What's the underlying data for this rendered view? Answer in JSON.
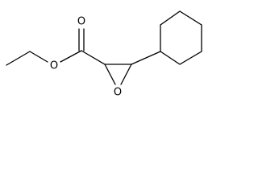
{
  "molecule": {
    "atoms": {
      "carbonyl_oxygen": "O",
      "ester_oxygen": "O",
      "epoxide_oxygen": "O"
    }
  },
  "colors": {
    "bond": "#000000",
    "label": "#000000",
    "background": "#ffffff"
  }
}
